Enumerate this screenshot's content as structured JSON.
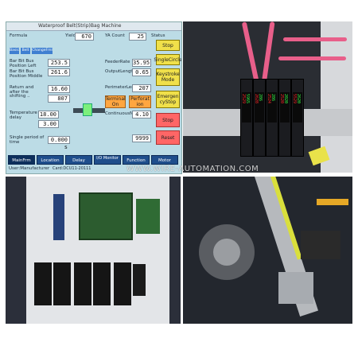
{
  "hmi": {
    "title": "Waterproof Belt(Strip)Bag Machine",
    "top_labels": [
      "Formula",
      "Yield",
      "YA Count",
      "Status"
    ],
    "top_values": [
      "670",
      "25"
    ],
    "tabs": [
      "Basic",
      "Belt",
      "ChangeFml"
    ],
    "left_labels": [
      "Bar Bit Bus Position Left",
      "Bar Bit Bus Position Middle",
      "Return and after the shifting ..",
      "Temperature delay",
      "Single period of time"
    ],
    "left_values": [
      "253.5",
      "261.6",
      "16.60",
      "807",
      "18.00",
      "3.00",
      "0.000 s"
    ],
    "mid_labels": [
      "FeederRate",
      "OutputLength",
      "PerimeterLength",
      "ContinuousN"
    ],
    "mid_values": [
      "35.95",
      "0.65",
      "207",
      "4.10",
      "9999"
    ],
    "terminal_buttons": [
      "Terminal On",
      "Perforat ion"
    ],
    "side_buttons": [
      "Stop",
      "SingleCircle",
      "Keystroke Mode",
      "Emergen cyStop",
      "Stop",
      "Reset"
    ],
    "nav": [
      "MainFrm",
      "Location",
      "Delay",
      "I/O Monitor",
      "Function",
      "Motor"
    ],
    "footer": "User:Manufacturer",
    "footer_right": "Card:DCU11-20111"
  },
  "watermark": "WWW.WIRE-AUTOMATION.COM",
  "sensor_displays": [
    {
      "red": "2529",
      "green": "5965"
    },
    {
      "red": "2628",
      "green": "286"
    },
    {
      "red": "2524",
      "green": "286"
    },
    {
      "red": "2520",
      "green": "2020"
    },
    {
      "red": "5529",
      "green": "2620"
    }
  ]
}
